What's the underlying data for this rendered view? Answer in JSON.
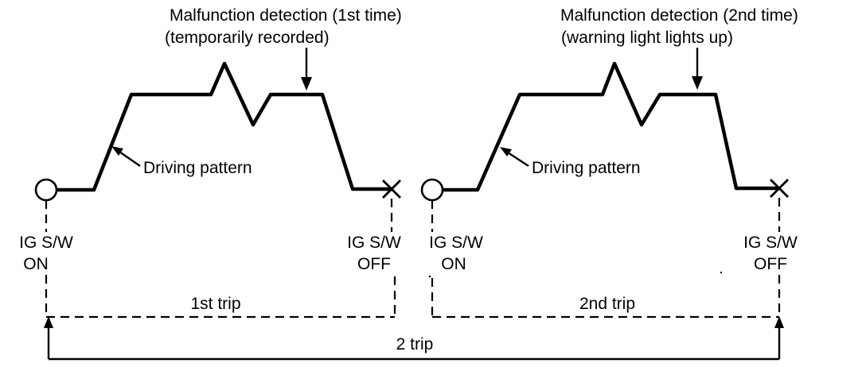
{
  "annotations": {
    "first": {
      "line1": "Malfunction detection (1st time)",
      "line2": "(temporarily recorded)"
    },
    "second": {
      "line1": "Malfunction detection (2nd time)",
      "line2": "(warning light lights up)"
    }
  },
  "labels": {
    "driving_pattern_1": "Driving pattern",
    "driving_pattern_2": "Driving pattern",
    "ig_on_1": {
      "line1": "IG S/W",
      "line2": "ON"
    },
    "ig_off_1": {
      "line1": "IG S/W",
      "line2": "OFF"
    },
    "ig_on_2": {
      "line1": "IG S/W",
      "line2": "ON"
    },
    "ig_off_2": {
      "line1": "IG S/W",
      "line2": "OFF"
    }
  },
  "trips": {
    "first": "1st trip",
    "second": "2nd trip",
    "total": "2 trip"
  },
  "colors": {
    "ink": "#000000",
    "background": "#ffffff"
  }
}
